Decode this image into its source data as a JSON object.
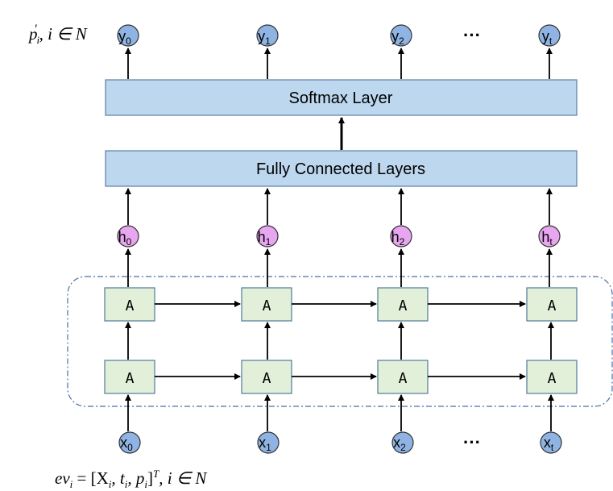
{
  "layers": {
    "softmax_label": "Softmax Layer",
    "fc_label": "Fully Connected Layers"
  },
  "cell_label": "A",
  "outputs": {
    "base": "y",
    "subscripts": [
      "0",
      "1",
      "2",
      "t"
    ],
    "ellipsis": "···"
  },
  "hidden": {
    "base": "h",
    "subscripts": [
      "0",
      "1",
      "2",
      "t"
    ]
  },
  "inputs": {
    "base": "x",
    "subscripts": [
      "0",
      "1",
      "2",
      "t"
    ],
    "ellipsis": "···"
  },
  "equations": {
    "top_left": {
      "p": "p",
      "p_sub": "i",
      "p_prime": "′",
      "rest": ", i ∈ N"
    },
    "bottom": {
      "ev": "ev",
      "ev_sub": "i",
      "eq_open": " = [X",
      "x_sub": "i",
      "t": ", t",
      "t_sub": "i",
      "p": ", p",
      "p_sub": "i",
      "close": "]",
      "sup": "T",
      "rest": ", i ∈ N"
    }
  },
  "colors": {
    "layer_fill": "#bdd7ee",
    "layer_stroke": "#5b7fa6",
    "cell_fill": "#e2f0d9",
    "cell_stroke": "#4f7a9a",
    "output_node_fill": "#8fb4e3",
    "hidden_node_fill": "#e8a5f0",
    "input_node_fill": "#8fb4e3",
    "node_stroke": "#333333",
    "dashed_box": "#4a6fa5"
  }
}
